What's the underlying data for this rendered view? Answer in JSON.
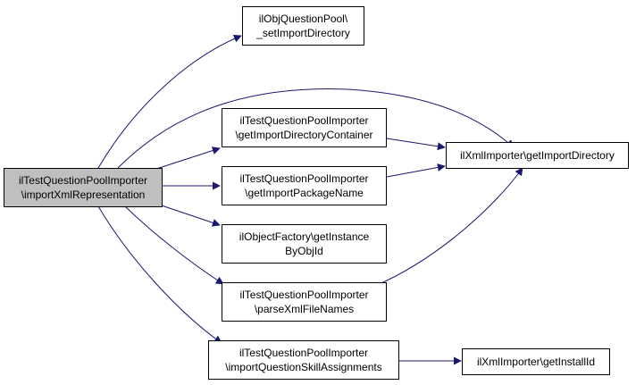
{
  "nodes": {
    "root": {
      "line1": "ilTestQuestionPoolImporter",
      "line2": "\\importXmlRepresentation"
    },
    "setImportDir": {
      "line1": "ilObjQuestionPool\\",
      "line2": "_setImportDirectory"
    },
    "getImportDirContainer": {
      "line1": "ilTestQuestionPoolImporter",
      "line2": "\\getImportDirectoryContainer"
    },
    "getImportPackageName": {
      "line1": "ilTestQuestionPoolImporter",
      "line2": "\\getImportPackageName"
    },
    "getInstanceByObjId": {
      "line1": "ilObjectFactory\\getInstance",
      "line2": "ByObjId"
    },
    "parseXmlFileNames": {
      "line1": "ilTestQuestionPoolImporter",
      "line2": "\\parseXmlFileNames"
    },
    "importSkillAssign": {
      "line1": "ilTestQuestionPoolImporter",
      "line2": "\\importQuestionSkillAssignments"
    },
    "getImportDirectory": {
      "line1": "ilXmlImporter\\getImportDirectory"
    },
    "getInstallId": {
      "line1": "ilXmlImporter\\getInstallId"
    }
  },
  "colors": {
    "edge": "#191970",
    "root_fill": "#bfbfbf",
    "node_border": "#000000"
  }
}
